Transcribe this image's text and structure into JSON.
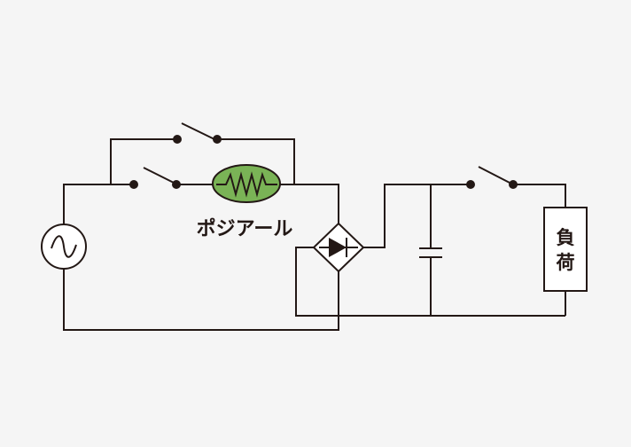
{
  "diagram": {
    "thermistor_label": "ポジアール",
    "load_label_line1": "負",
    "load_label_line2": "荷",
    "colors": {
      "background": "#f5f5f5",
      "wire": "#231815",
      "thermistor_fill": "#7ab356",
      "component_fill": "#ffffff"
    },
    "icons": {
      "source": "ac-source-icon",
      "thermistor": "resistor-icon",
      "rectifier": "diode-bridge-icon",
      "capacitor": "capacitor-icon",
      "switch": "switch-icon"
    }
  }
}
